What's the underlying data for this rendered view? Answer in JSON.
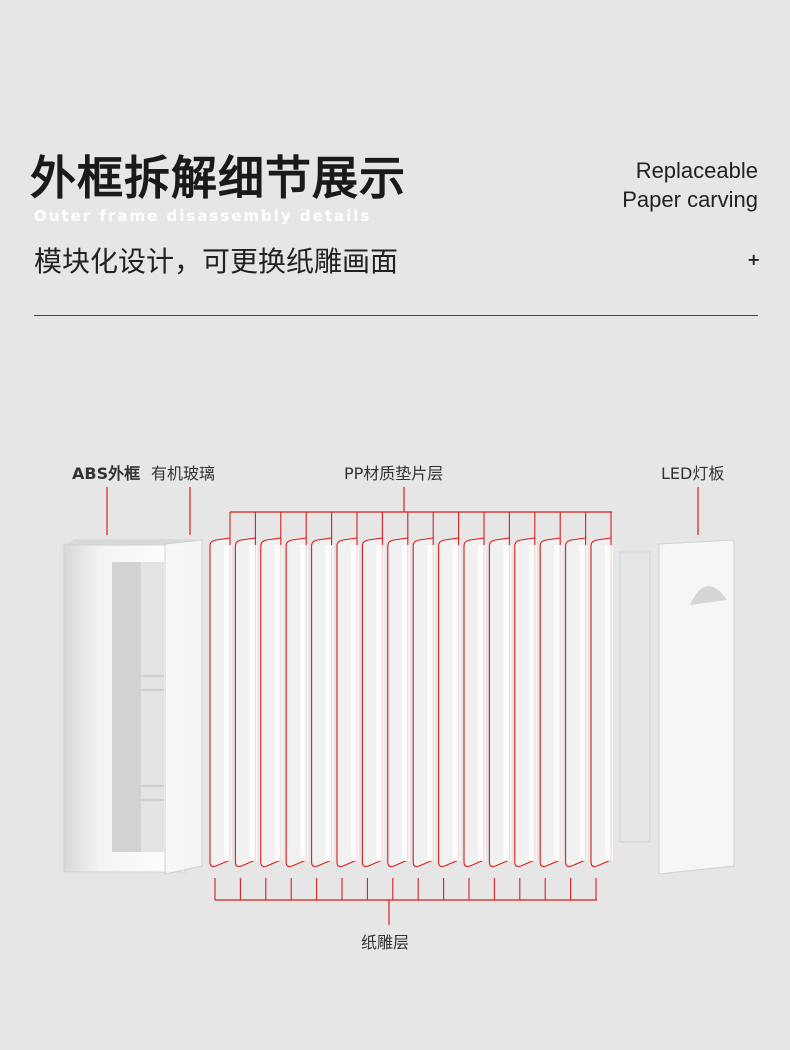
{
  "header": {
    "title": "外框拆解细节展示",
    "subtitle_en": "Outer frame disassembly details",
    "side_note_line1": "Replaceable",
    "side_note_line2": "Paper carving",
    "description": "模块化设计，可更换纸雕画面",
    "plus": "+"
  },
  "labels": {
    "abs_frame": "ABS外框",
    "glass": "有机玻璃",
    "pp_layer": "PP材质垫片层",
    "led_board": "LED灯板",
    "paper_layer": "纸雕层"
  },
  "colors": {
    "background": "#e6e6e6",
    "accent": "#d81e1e"
  }
}
